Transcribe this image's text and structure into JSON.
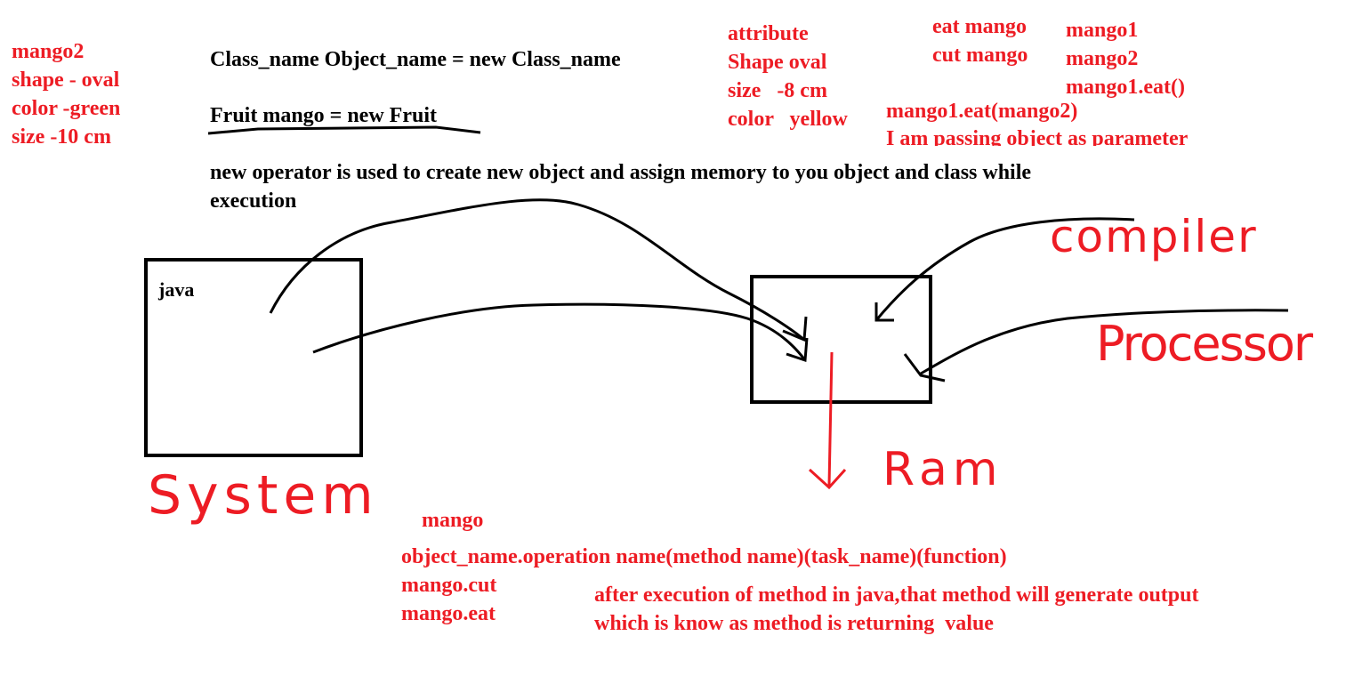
{
  "left_note": [
    "mango2",
    "shape - oval",
    "color -green",
    "size -10 cm"
  ],
  "syntax": {
    "line1": "Class_name Object_name = new Class_name",
    "line2": "Fruit mango = new Fruit"
  },
  "new_operator": [
    "new operator is used to create new object and assign memory to you object and class while",
    "execution"
  ],
  "attribute_note": [
    "attribute",
    "Shape oval",
    "size   -8 cm",
    "color   yellow"
  ],
  "methods_note": [
    "eat mango",
    "cut mango"
  ],
  "objects_note": [
    "mango1",
    "mango2",
    "mango1.eat()"
  ],
  "param_note": [
    "mango1.eat(mango2)",
    "I am passing object as parameter"
  ],
  "java_box_label": "java",
  "hand_labels": {
    "system": "System",
    "compiler": "compiler",
    "processor": "Processor",
    "ram": "Ram"
  },
  "method_note": {
    "title": "mango",
    "lines": [
      "object_name.operation name(method name)(task_name)(function)",
      "mango.cut",
      "mango.eat"
    ]
  },
  "return_note": [
    "after execution of method in java,that method will generate output",
    "which is know as method is returning  value"
  ],
  "colors": {
    "ink_red": "#ed1c24",
    "ink_black": "#000000"
  }
}
